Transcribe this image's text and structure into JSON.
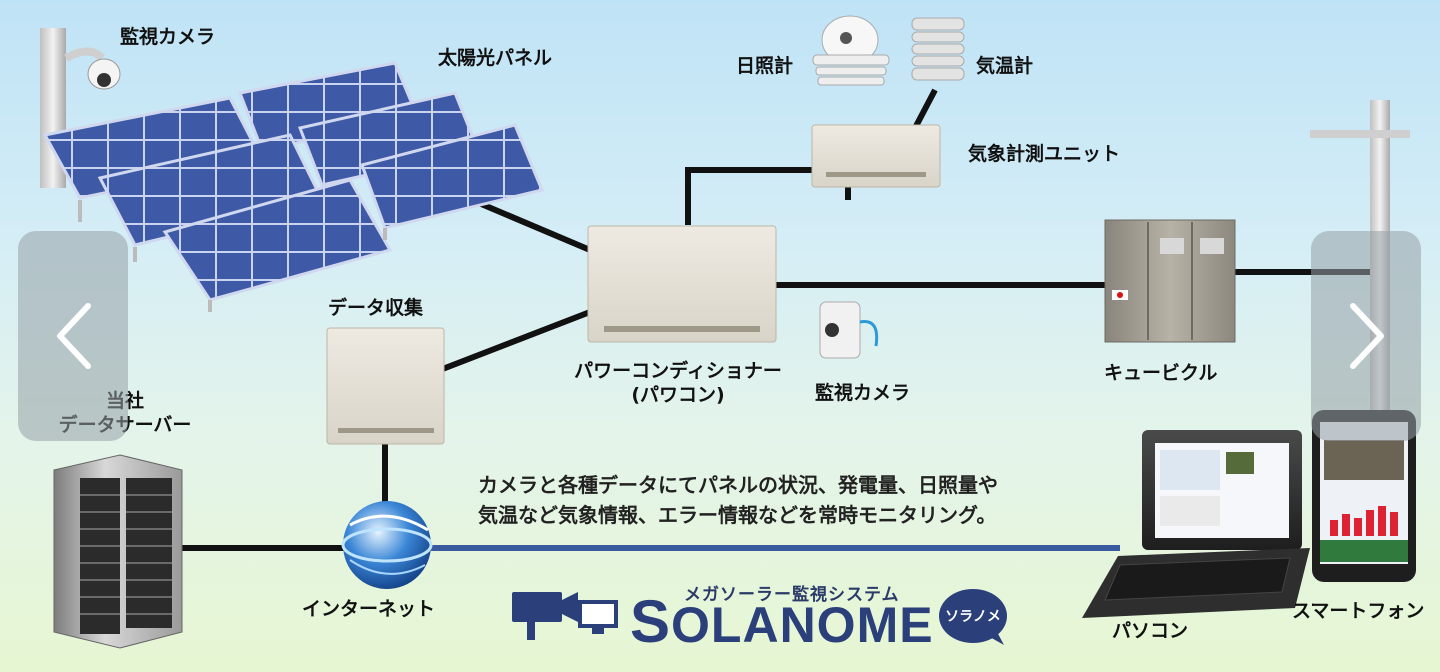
{
  "labels": {
    "camera_top": "監視カメラ",
    "solar_panel": "太陽光パネル",
    "pyranometer": "日照計",
    "thermometer": "気温計",
    "weather_unit": "気象計測ユニット",
    "data_collect": "データ収集",
    "power_conditioner_line1": "パワーコンディショナー",
    "power_conditioner_line2": "(パワコン)",
    "camera_mid": "監視カメラ",
    "cubicle": "キュービクル",
    "server_line1": "当社",
    "server_line2": "データサーバー",
    "internet": "インターネット",
    "pc": "パソコン",
    "smartphone": "スマートフォン"
  },
  "caption": {
    "line1": "カメラと各種データにてパネルの状況、発電量、日照量や",
    "line2": "気温など気象情報、エラー情報などを常時モニタリング。"
  },
  "logo": {
    "tagline": "メガソーラー監視システム",
    "first_letter": "S",
    "rest": "OLANOME",
    "bubble": "ソラノメ"
  },
  "icons": {
    "prev": "chevron-left-icon",
    "next": "chevron-right-icon"
  },
  "colors": {
    "panel_blue": "#3e5aa6",
    "logo_navy": "#2b3f7a",
    "net_line": "#3a5aa0"
  }
}
